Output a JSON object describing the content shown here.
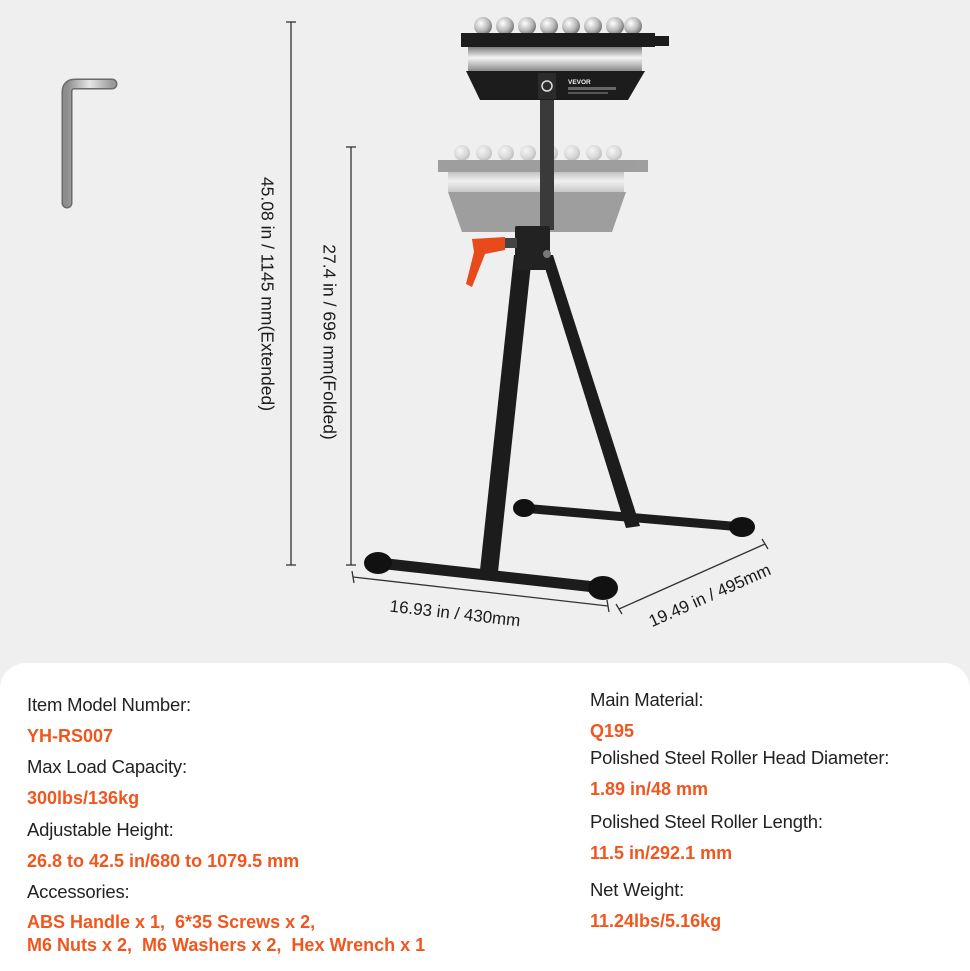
{
  "dimensions": {
    "height_extended": "45.08 in / 1145 mm(Extended)",
    "height_folded": "27.4 in / 696 mm(Folded)",
    "width": "16.93 in / 430mm",
    "depth": "19.49 in / 495mm"
  },
  "product": {
    "brand_label": "VEVOR",
    "image_subject": "roller stand",
    "accessory_image": "hex-wrench"
  },
  "specs": [
    {
      "label": "Item Model Number:",
      "value": "YH-RS007"
    },
    {
      "label": "Max Load Capacity:",
      "value": "300lbs/136kg"
    },
    {
      "label": "Adjustable Height:",
      "value": "26.8 to 42.5 in/680 to 1079.5 mm"
    },
    {
      "label": "Accessories:",
      "value": "ABS Handle x 1,  6*35 Screws x 2,\nM6 Nuts x 2,  M6 Washers x 2,  Hex Wrench x 1"
    },
    {
      "label": "Main Material:",
      "value": "Q195"
    },
    {
      "label": "Polished Steel Roller Head Diameter:",
      "value": "1.89 in/48 mm"
    },
    {
      "label": "Polished Steel Roller Length:",
      "value": "11.5 in/292.1 mm"
    },
    {
      "label": "Net Weight:",
      "value": "11.24lbs/5.16kg"
    }
  ],
  "colors": {
    "accent": "#f0561e",
    "frame": "#1c1c1c",
    "background": "#efefef",
    "panel": "#ffffff"
  }
}
